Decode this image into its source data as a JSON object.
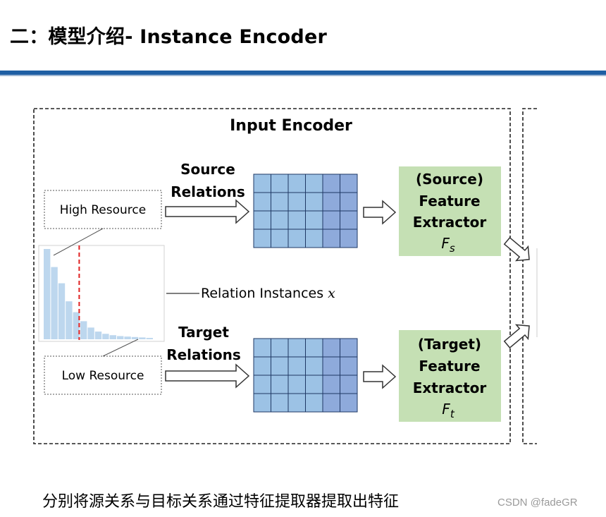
{
  "slide": {
    "title": "二：模型介绍- Instance Encoder",
    "caption": "分别将源关系与目标关系通过特征提取器提取出特征",
    "watermark": "CSDN @fadeGR"
  },
  "diagram": {
    "panel_title": "Input Encoder",
    "source_label_line1": "Source",
    "source_label_line2": "Relations",
    "target_label_line1": "Target",
    "target_label_line2": "Relations",
    "high_resource": "High Resource",
    "low_resource": "Low Resource",
    "relation_instances": "Relation Instances",
    "relation_instances_var": "x",
    "source_extractor": {
      "line1": "(Source)",
      "line2": "Feature",
      "line3": "Extractor",
      "symbol": "F",
      "subscript": "s"
    },
    "target_extractor": {
      "line1": "(Target)",
      "line2": "Feature",
      "line3": "Extractor",
      "symbol": "F",
      "subscript": "t"
    },
    "histogram_values": [
      1.0,
      0.8,
      0.62,
      0.42,
      0.3,
      0.2,
      0.13,
      0.085,
      0.06,
      0.045,
      0.035,
      0.03,
      0.025,
      0.02,
      0.015
    ],
    "histogram_cutoff_index": 4,
    "grid": {
      "rows": 4,
      "cols": 6,
      "dark_cols_from": 4
    },
    "colors": {
      "title_rule": "#1f5fa4",
      "grid_light": "#9cc2e5",
      "grid_dark": "#8eaadb",
      "extractor_fill": "#c5e0b4",
      "bar": "#bdd7ee",
      "cutoff": "#e02020"
    }
  }
}
